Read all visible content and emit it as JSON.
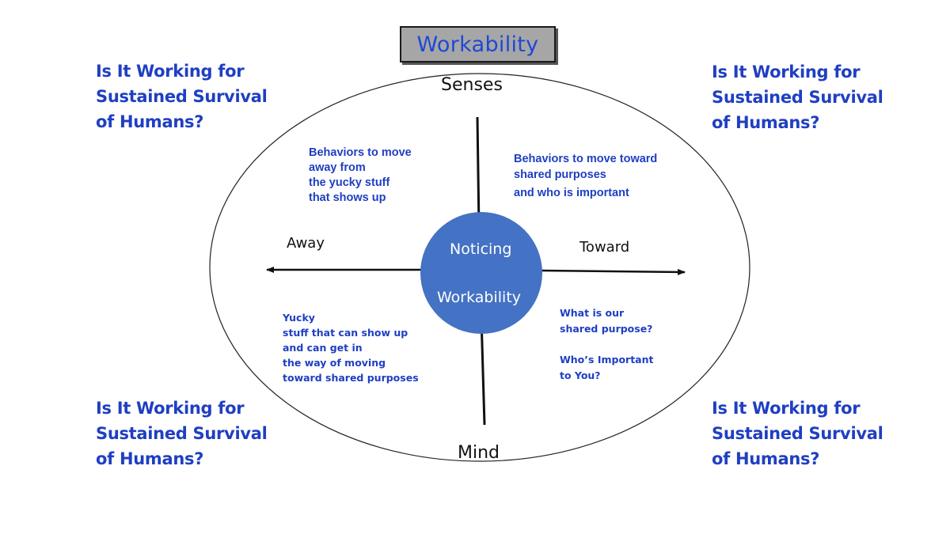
{
  "title": "Workability",
  "corner_question": [
    "Is It Working for",
    "Sustained Survival",
    "of Humans?"
  ],
  "axes": {
    "top": "Senses",
    "bottom": "Mind",
    "left": "Away",
    "right": "Toward"
  },
  "center": {
    "line1": "Noticing",
    "line2": "Workability",
    "color": "#4472c4"
  },
  "quadrants": {
    "top_left": [
      "Behaviors to move",
      "away from",
      "the yucky stuff",
      "that shows up"
    ],
    "top_right": [
      "Behaviors to move toward",
      "shared purposes",
      "and who is important"
    ],
    "bottom_left": [
      "Yucky",
      "stuff that can show up",
      "and can get in",
      "the way of moving",
      "toward shared purposes"
    ],
    "bottom_right": [
      "What is our",
      "shared purpose?",
      "Who’s Important",
      "to You?"
    ]
  },
  "colors": {
    "text_accent": "#1f3fc2",
    "title_text": "#1f48d6",
    "title_box": "#a6a6a6"
  }
}
